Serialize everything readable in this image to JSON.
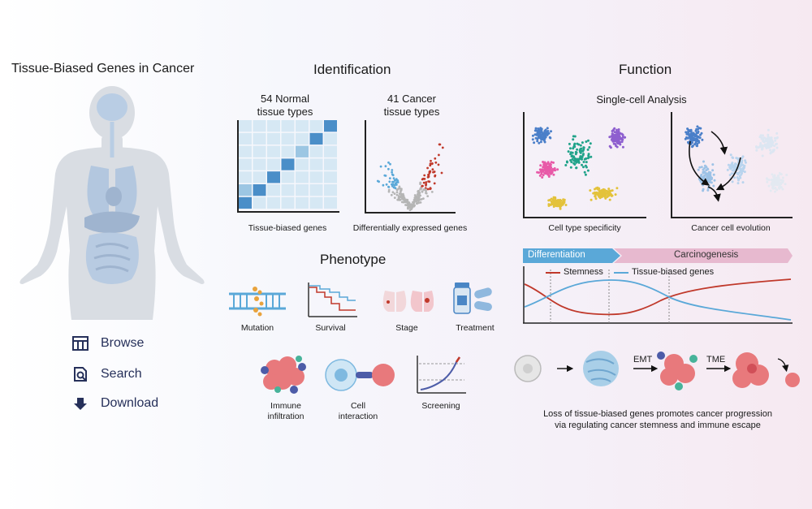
{
  "title": "Tissue-Biased Genes in Cancer",
  "nav": {
    "browse": "Browse",
    "search": "Search",
    "download": "Download"
  },
  "identification": {
    "heading": "Identification",
    "normal_title": "54 Normal\ntissue types",
    "cancer_title": "41 Cancer\ntissue types",
    "heatmap_caption": "Tissue-biased genes",
    "volcano_caption": "Differentially expressed genes",
    "heatmap_cells": [
      [
        1,
        1,
        1,
        1,
        1,
        1,
        3
      ],
      [
        1,
        1,
        1,
        1,
        1,
        3,
        1
      ],
      [
        1,
        1,
        1,
        1,
        2,
        1,
        1
      ],
      [
        1,
        1,
        1,
        3,
        1,
        1,
        1
      ],
      [
        1,
        1,
        3,
        1,
        1,
        1,
        1
      ],
      [
        2,
        3,
        1,
        1,
        1,
        1,
        1
      ],
      [
        3,
        1,
        1,
        1,
        1,
        1,
        1
      ]
    ]
  },
  "function": {
    "heading": "Function",
    "single_cell_title": "Single-cell Analysis",
    "cell_type_caption": "Cell type specificity",
    "evolution_caption": "Cancer cell evolution",
    "stage_left": "Differentiation",
    "stage_right": "Carcinogenesis",
    "legend_stemness": "Stemness",
    "legend_tissue": "Tissue-biased genes",
    "emt": "EMT",
    "tme": "TME",
    "description": "Loss of tissue-biased genes promotes cancer progression\nvia regulating cancer stemness and immune escape",
    "colors": {
      "stemness": "#c0392b",
      "tissue_biased": "#5aa8d8",
      "differentiation_bar": "#5aa8d8",
      "carcinogenesis_bar": "#e7b9cf"
    }
  },
  "phenotype": {
    "heading": "Phenotype",
    "mutation": "Mutation",
    "survival": "Survival",
    "stage": "Stage",
    "treatment": "Treatment",
    "immune": "Immune\ninfiltration",
    "cell_interaction": "Cell\ninteraction",
    "screening": "Screening"
  }
}
